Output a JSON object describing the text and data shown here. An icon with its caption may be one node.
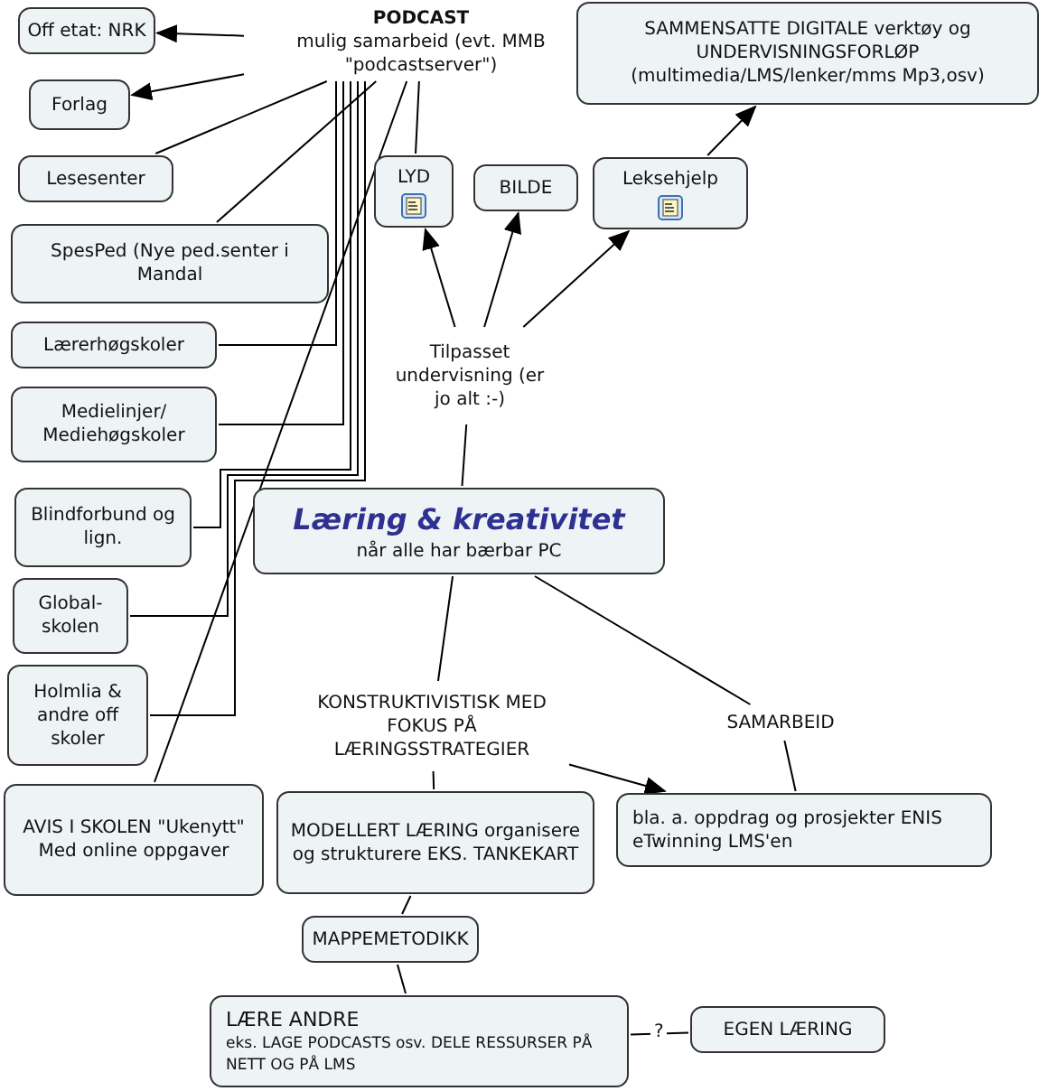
{
  "diagram": {
    "nodes": [
      {
        "text": [
          "PODCAST",
          "mulig samarbeid (evt. MMB \"podcastserver\")"
        ]
      },
      {
        "text": [
          "Off etat: NRK"
        ]
      },
      {
        "text": [
          "Forlag"
        ]
      },
      {
        "text": [
          "Lesesenter"
        ]
      },
      {
        "text": [
          "SpesPed (Nye ped.senter i Mandal"
        ]
      },
      {
        "text": [
          "Lærerhøgskoler"
        ]
      },
      {
        "text": [
          "Medielinjer/ Mediehøgskoler"
        ]
      },
      {
        "text": [
          "Blindforbund og lign."
        ]
      },
      {
        "text": [
          "Global- skolen"
        ]
      },
      {
        "text": [
          "Holmlia & andre off skoler"
        ]
      },
      {
        "text": [
          "AVIS I SKOLEN \"Ukenytt\" Med online oppgaver"
        ]
      },
      {
        "text": [
          "LYD"
        ]
      },
      {
        "text": [
          "BILDE"
        ]
      },
      {
        "text": [
          "Leksehjelp"
        ]
      },
      {
        "text": [
          "SAMMENSATTE DIGITALE verktøy og UNDERVISNINGSFORLØP (multimedia/LMS/lenker/mms Mp3,osv)"
        ]
      },
      {
        "text": [
          "Tilpasset undervisning (er jo alt :-)"
        ]
      },
      {
        "text": [
          "Læring & kreativitet",
          "når alle har bærbar PC"
        ]
      },
      {
        "text": [
          "KONSTRUKTIVISTISK MED FOKUS PÅ LÆRINGSSTRATEGIER"
        ]
      },
      {
        "text": [
          "SAMARBEID"
        ]
      },
      {
        "text": [
          "MODELLERT LÆRING organisere og strukturere EKS. TANKEKART"
        ]
      },
      {
        "text": [
          "bla. a. oppdrag og prosjekter ENIS eTwinning LMS'en"
        ]
      },
      {
        "text": [
          "MAPPEMETODIKK"
        ]
      },
      {
        "text": [
          "LÆRE ANDRE",
          "eks. LAGE PODCASTS osv. DELE RESSURSER PÅ NETT OG PÅ LMS"
        ]
      },
      {
        "text": [
          "EGEN LÆRING"
        ]
      }
    ],
    "edges": [
      {
        "from": 0,
        "to": 1,
        "arrow": "to"
      },
      {
        "from": 0,
        "to": 2,
        "arrow": "to"
      },
      {
        "from": 0,
        "to": 3,
        "arrow": "none"
      },
      {
        "from": 0,
        "to": 4,
        "arrow": "none"
      },
      {
        "from": 0,
        "to": 5,
        "arrow": "none"
      },
      {
        "from": 0,
        "to": 6,
        "arrow": "none"
      },
      {
        "from": 0,
        "to": 7,
        "arrow": "none"
      },
      {
        "from": 0,
        "to": 8,
        "arrow": "none"
      },
      {
        "from": 0,
        "to": 9,
        "arrow": "none"
      },
      {
        "from": 0,
        "to": 10,
        "arrow": "none"
      },
      {
        "from": 0,
        "to": 11,
        "arrow": "none"
      },
      {
        "from": 15,
        "to": 11,
        "arrow": "to"
      },
      {
        "from": 15,
        "to": 12,
        "arrow": "to"
      },
      {
        "from": 15,
        "to": 13,
        "arrow": "to"
      },
      {
        "from": 13,
        "to": 14,
        "arrow": "to"
      },
      {
        "from": 16,
        "to": 15,
        "arrow": "none"
      },
      {
        "from": 16,
        "to": 17,
        "arrow": "none"
      },
      {
        "from": 16,
        "to": 18,
        "arrow": "none"
      },
      {
        "from": 17,
        "to": 20,
        "arrow": "to"
      },
      {
        "from": 17,
        "to": 19,
        "arrow": "none"
      },
      {
        "from": 18,
        "to": 20,
        "arrow": "none"
      },
      {
        "from": 19,
        "to": 21,
        "arrow": "none"
      },
      {
        "from": 21,
        "to": 22,
        "arrow": "none"
      },
      {
        "from": 22,
        "to": 23,
        "label": "?",
        "arrow": "none"
      }
    ]
  }
}
